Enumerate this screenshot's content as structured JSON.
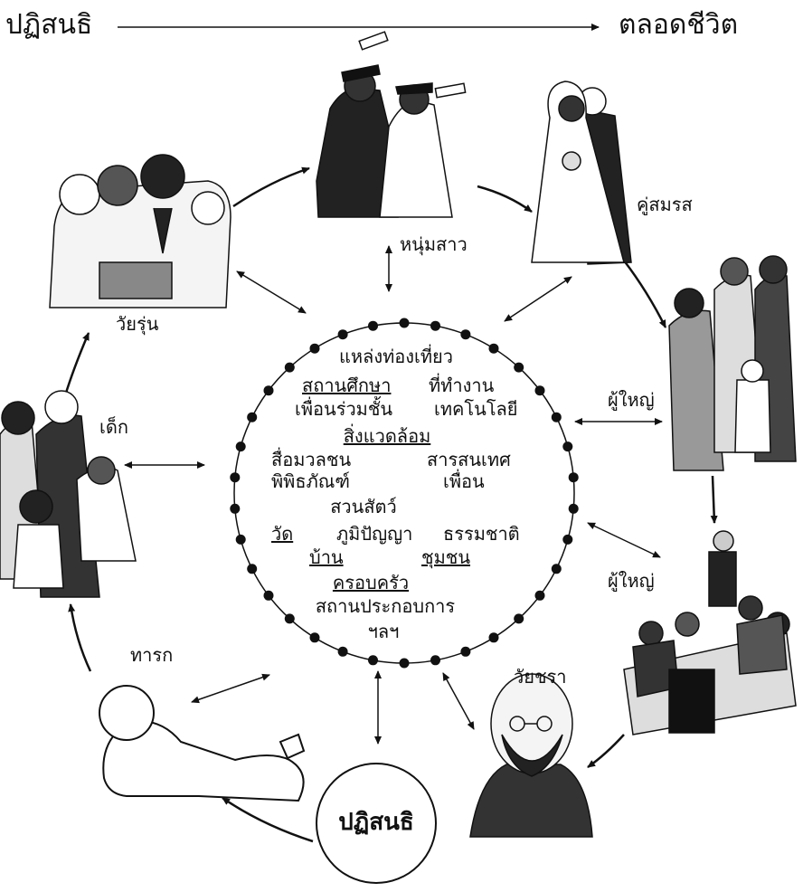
{
  "header": {
    "from_label": "ปฏิสนธิ",
    "to_label": "ตลอดชีวิต"
  },
  "stages": {
    "teen": "วัยรุ่น",
    "young_adult": "หนุ่มสาว",
    "couple": "คู่สมรส",
    "adult_1": "ผู้ใหญ่",
    "adult_2": "ผู้ใหญ่",
    "child": "เด็ก",
    "infant": "ทารก",
    "elderly": "วัยชรา",
    "conception": "ปฏิสนธิ"
  },
  "environment": {
    "tourist_spots": "แหล่งท่องเที่ยว",
    "school": "สถานศึกษา",
    "workplace": "ที่ทำงาน",
    "classmates": "เพื่อนร่วมชั้น",
    "technology": "เทคโนโลยี",
    "surroundings": "สิ่งแวดล้อม",
    "mass_media": "สื่อมวลชน",
    "information": "สารสนเทศ",
    "museum": "พิพิธภัณฑ์",
    "friends": "เพื่อน",
    "zoo": "สวนสัตว์",
    "temple": "วัด",
    "local_wisdom": "ภูมิปัญญา",
    "nature": "ธรรมชาติ",
    "home": "บ้าน",
    "community": "ชุมชน",
    "family": "ครอบครัว",
    "business": "สถานประกอบการ",
    "etc": "ฯลฯ"
  },
  "colors": {
    "ink": "#111111",
    "figure_fill": "#f4f4f4",
    "dark_fill": "#222222"
  },
  "icons": [
    "teenagers-group-illustration",
    "graduates-illustration",
    "wedding-couple-illustration",
    "family-standing-illustration",
    "meeting-speaker-illustration",
    "elderly-man-illustration",
    "crawling-baby-illustration",
    "family-children-illustration"
  ]
}
